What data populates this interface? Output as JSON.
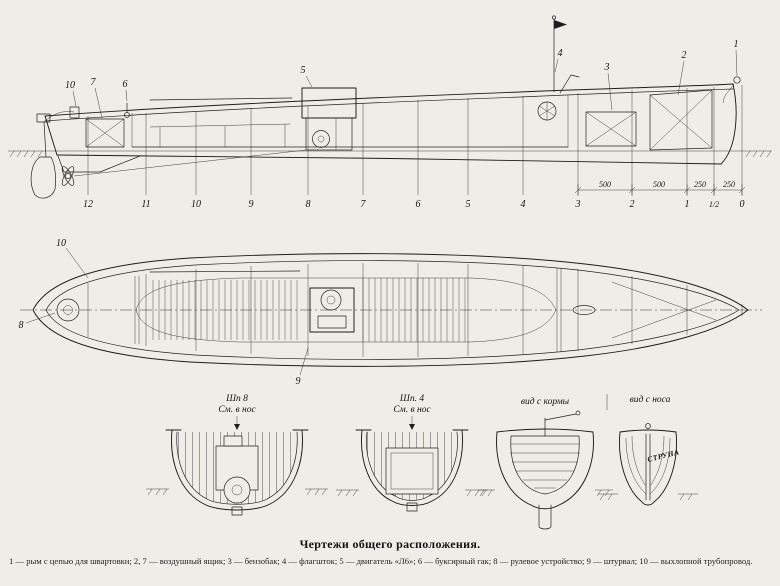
{
  "caption": "Чертежи общего расположения.",
  "legend": "1 — рым с цепью для швартовки; 2, 7 — воздушный ящик; 3 — бензобак; 4 — флагшток; 5 — двигатель «Л6»; 6 — буксирный гак; 8 — рулевое устройство; 9 — штурвал; 10 — выхлопной трубопровод.",
  "colors": {
    "paper": "#eeede8",
    "ink": "#1d1d1d"
  },
  "side": {
    "callouts": {
      "c10": "10",
      "c7": "7",
      "c6": "6",
      "c5": "5",
      "c4": "4",
      "c3": "3",
      "c2": "2",
      "c1": "1"
    },
    "stations": [
      "12",
      "11",
      "10",
      "9",
      "8",
      "7",
      "6",
      "5",
      "4",
      "3",
      "2",
      "1",
      "1/2",
      "0"
    ],
    "dims": [
      "500",
      "500",
      "250",
      "250"
    ]
  },
  "plan": {
    "callouts": {
      "c10": "10",
      "c8": "8",
      "c9": "9"
    }
  },
  "sections": {
    "s1_line1": "Шп 8",
    "s1_line2": "См. в нос",
    "s2_line1": "Шп. 4",
    "s2_line2": "См. в нос",
    "s3_label": "вид с кормы",
    "s4_label": "вид с носа",
    "boat_name": "СТРУНА"
  }
}
